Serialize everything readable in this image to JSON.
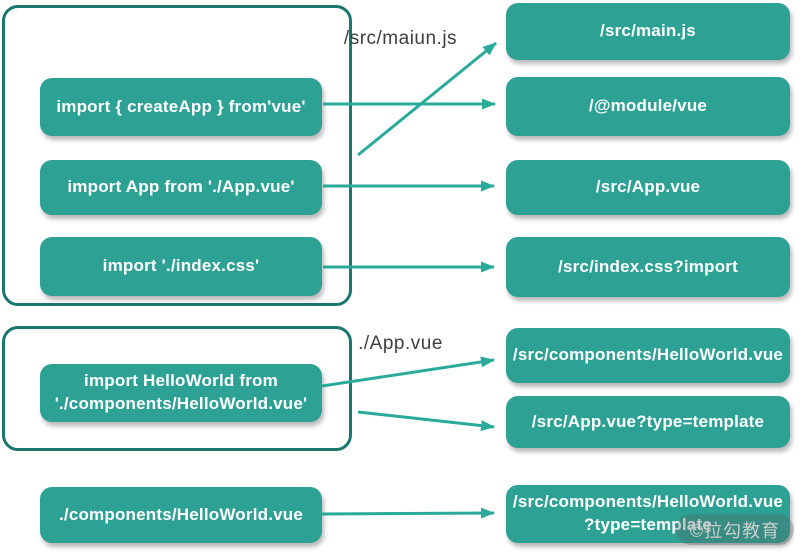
{
  "colors": {
    "pill_fill": "#2DA194",
    "panel_border": "#19776E",
    "arrow": "#2AAA9B",
    "title_text": "#3E3E3E",
    "pill_text": "#ffffff"
  },
  "file_main": {
    "title": "/src/maiun.js",
    "imports": [
      "import { createApp } from'vue'",
      "import App from './App.vue'",
      "import './index.css'"
    ]
  },
  "file_app": {
    "title": "./App.vue",
    "imports": [
      "import HelloWorld from\n'./components/HelloWorld.vue'"
    ]
  },
  "file_helloworld": {
    "label": "./components/HelloWorld.vue"
  },
  "requests": [
    "/src/main.js",
    "/@module/vue",
    "/src/App.vue",
    "/src/index.css?import",
    "/src/components/HelloWorld.vue",
    "/src/App.vue?type=template",
    "/src/components/HelloWorld.vue\n?type=template"
  ],
  "watermark": "©拉勾教育"
}
